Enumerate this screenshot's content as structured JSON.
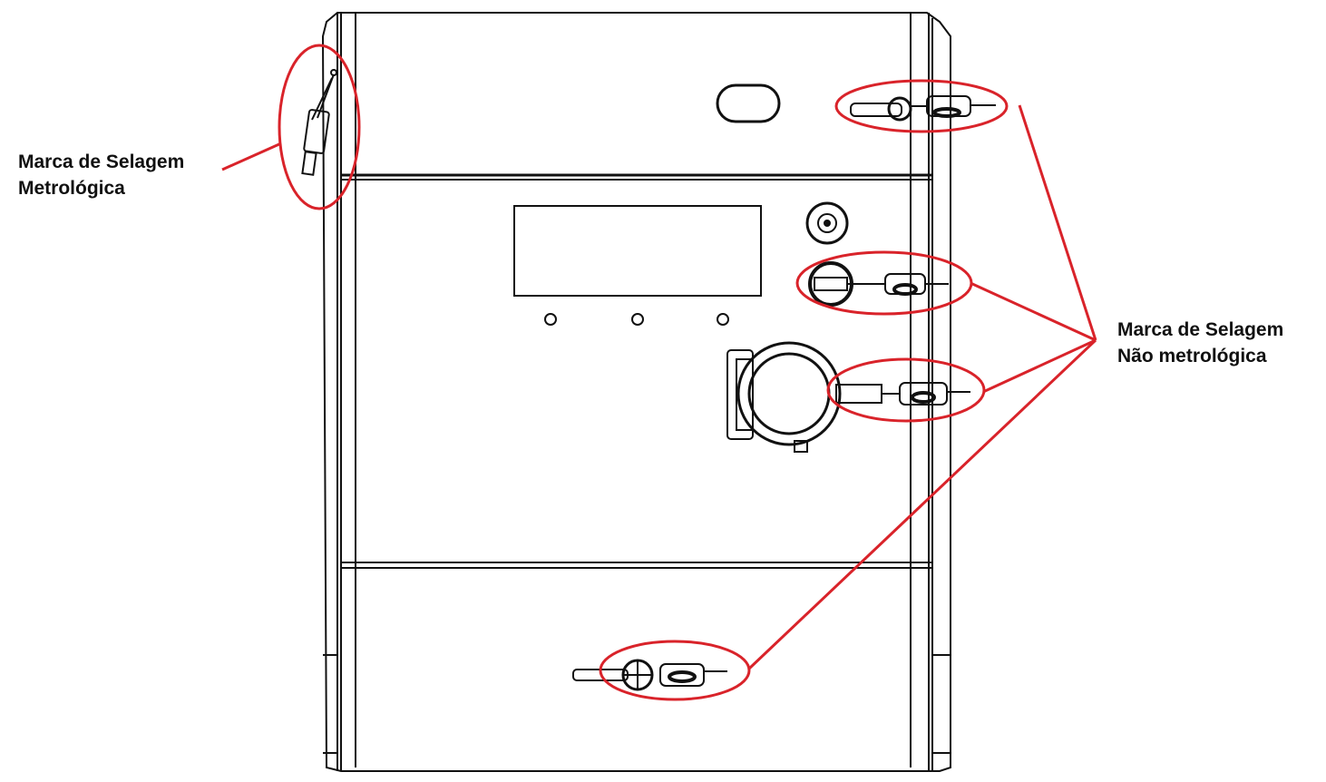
{
  "labels": {
    "metrological_seal": {
      "line1": "Marca de Selagem",
      "line2": "Metrológica"
    },
    "non_metrological_seal": {
      "line1": "Marca de Selagem",
      "line2": "Não metrológica"
    }
  },
  "colors": {
    "annotation": "#d9232a",
    "line_art": "#111111",
    "background": "#ffffff"
  }
}
